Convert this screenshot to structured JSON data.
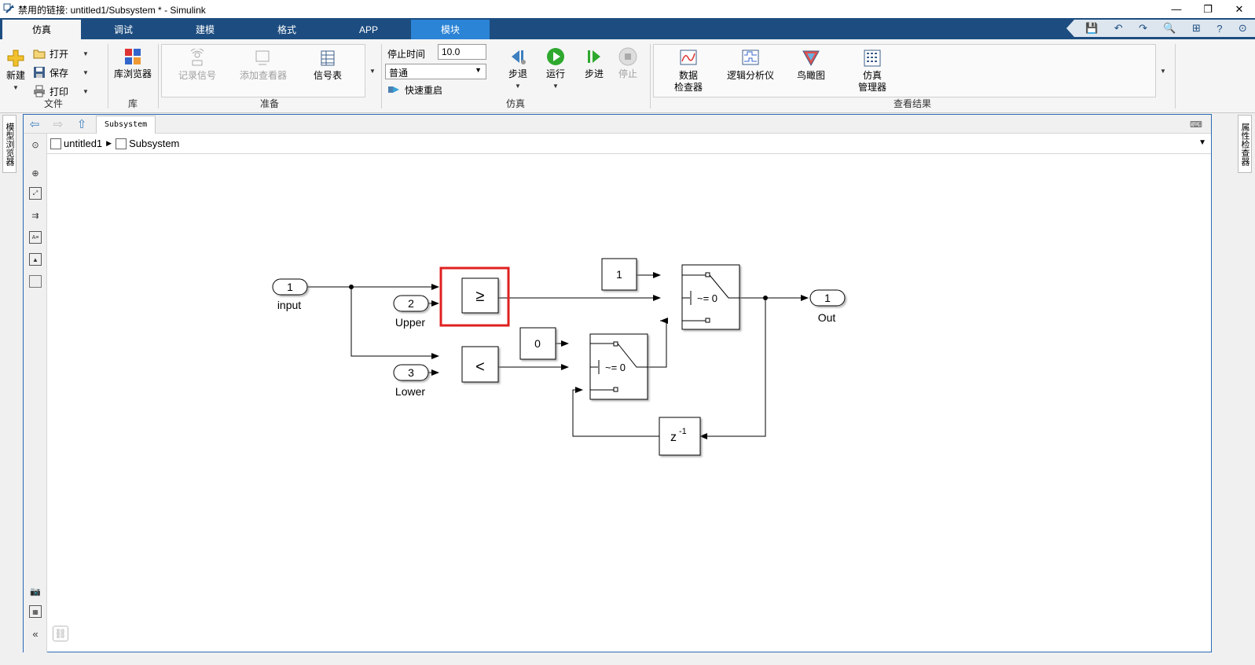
{
  "window": {
    "title": "禁用的链接: untitled1/Subsystem * - Simulink",
    "minimize": "—",
    "restore": "❐",
    "close": "✕"
  },
  "tabs": [
    {
      "label": "仿真",
      "state": "active"
    },
    {
      "label": "调试",
      "state": "normal"
    },
    {
      "label": "建模",
      "state": "normal"
    },
    {
      "label": "格式",
      "state": "normal"
    },
    {
      "label": "APP",
      "state": "normal"
    },
    {
      "label": "模块",
      "state": "highlight"
    }
  ],
  "quick_access": [
    "💾",
    "↶",
    "↷",
    "🔍",
    "⊞",
    "?",
    "⊙"
  ],
  "ribbon": {
    "file": {
      "label": "文件",
      "new": "新建",
      "open": "打开",
      "save": "保存",
      "print": "打印"
    },
    "library": {
      "label": "库",
      "browser": "库浏览器"
    },
    "prepare": {
      "label": "准备",
      "log_signals": "记录信号",
      "add_viewer": "添加查看器",
      "signal_table": "信号表"
    },
    "simulate": {
      "label": "仿真",
      "stop_time_label": "停止时间",
      "stop_time_value": "10.0",
      "mode": "普通",
      "fast_restart": "快速重启",
      "step_back": "步退",
      "run": "运行",
      "step_forward": "步进",
      "stop": "停止"
    },
    "review": {
      "label": "查看结果",
      "data_inspector_1": "数据",
      "data_inspector_2": "检查器",
      "logic_analyzer": "逻辑分析仪",
      "birdseye": "鸟瞰图",
      "sim_manager_1": "仿真",
      "sim_manager_2": "管理器"
    }
  },
  "side": {
    "model_browser": "模型浏览器",
    "property_inspector": "属性检查器"
  },
  "editor": {
    "doc_tab": "Subsystem",
    "breadcrumb": [
      "untitled1",
      "Subsystem"
    ]
  },
  "diagram": {
    "inport_input": {
      "num": "1",
      "name": "input"
    },
    "inport_upper": {
      "num": "2",
      "name": "Upper"
    },
    "inport_lower": {
      "num": "3",
      "name": "Lower"
    },
    "ge_op": "≥",
    "lt_op": "<",
    "const_1": "1",
    "const_0": "0",
    "switch_1_criteria": "~= 0",
    "switch_2_criteria": "~= 0",
    "delay_base": "z",
    "delay_exp": "-1",
    "outport": {
      "num": "1",
      "name": "Out"
    }
  },
  "colors": {
    "tabbar": "#1d4d80",
    "tab_highlight": "#2b84d6",
    "selection": "#e02020",
    "run_green": "#2ea82e",
    "editor_border": "#2a6ab4"
  }
}
